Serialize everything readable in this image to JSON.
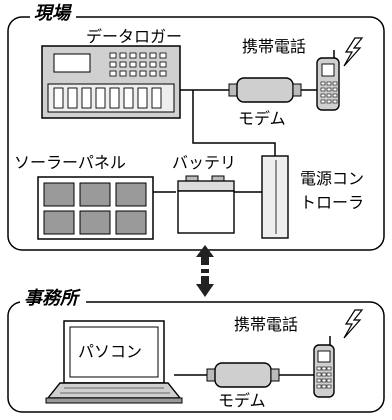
{
  "sections": {
    "site": {
      "title": "現場"
    },
    "office": {
      "title": "事務所"
    }
  },
  "labels": {
    "data_logger": "データロガー",
    "mobile_phone_site": "携帯電話",
    "modem_site": "モデム",
    "solar_panel": "ソーラーパネル",
    "battery": "バッテリ",
    "power_controller_line1": "電源コン",
    "power_controller_line2": "トローラ",
    "mobile_phone_office": "携帯電話",
    "modem_office": "モデム",
    "pc_screen": "パソコン"
  },
  "colors": {
    "line": "#000000",
    "section_fill": "#ffffff",
    "panel_fill": "#9a9a9a",
    "logger_fill": "#d0d0d0",
    "device_fill": "#cfcfcf"
  }
}
